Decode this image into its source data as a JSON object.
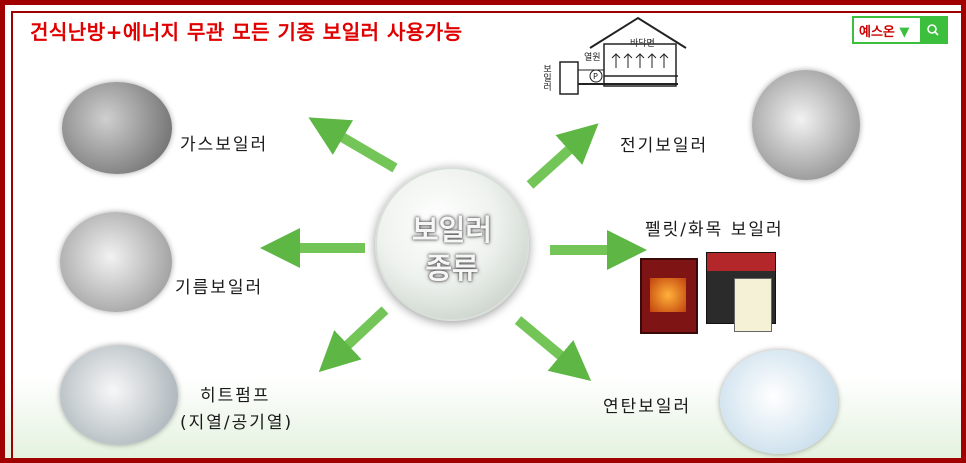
{
  "header": {
    "title": "건식난방+에너지 무관 모든 기종 보일러 사용가능",
    "selector_value": "예스온",
    "selector_arrow": "▼"
  },
  "diagram_inset": {
    "boiler_label": "보일러",
    "heat_label": "열원",
    "floor_label": "바닥면",
    "pump_label": "P"
  },
  "center": {
    "line1": "보일러",
    "line2": "종류"
  },
  "boilers": {
    "gas": "가스보일러",
    "oil": "기름보일러",
    "heatpump_line1": "히트펌프",
    "heatpump_line2": "(지열/공기열)",
    "electric": "전기보일러",
    "pellet": "펠릿/화목 보일러",
    "briquette": "연탄보일러"
  },
  "colors": {
    "frame": "#a00000",
    "title": "#e00000",
    "arrow": "#56b33c",
    "accent": "#3cbf3c"
  },
  "icons": [
    "search-icon",
    "chevron-down-icon",
    "arrow-icon"
  ]
}
